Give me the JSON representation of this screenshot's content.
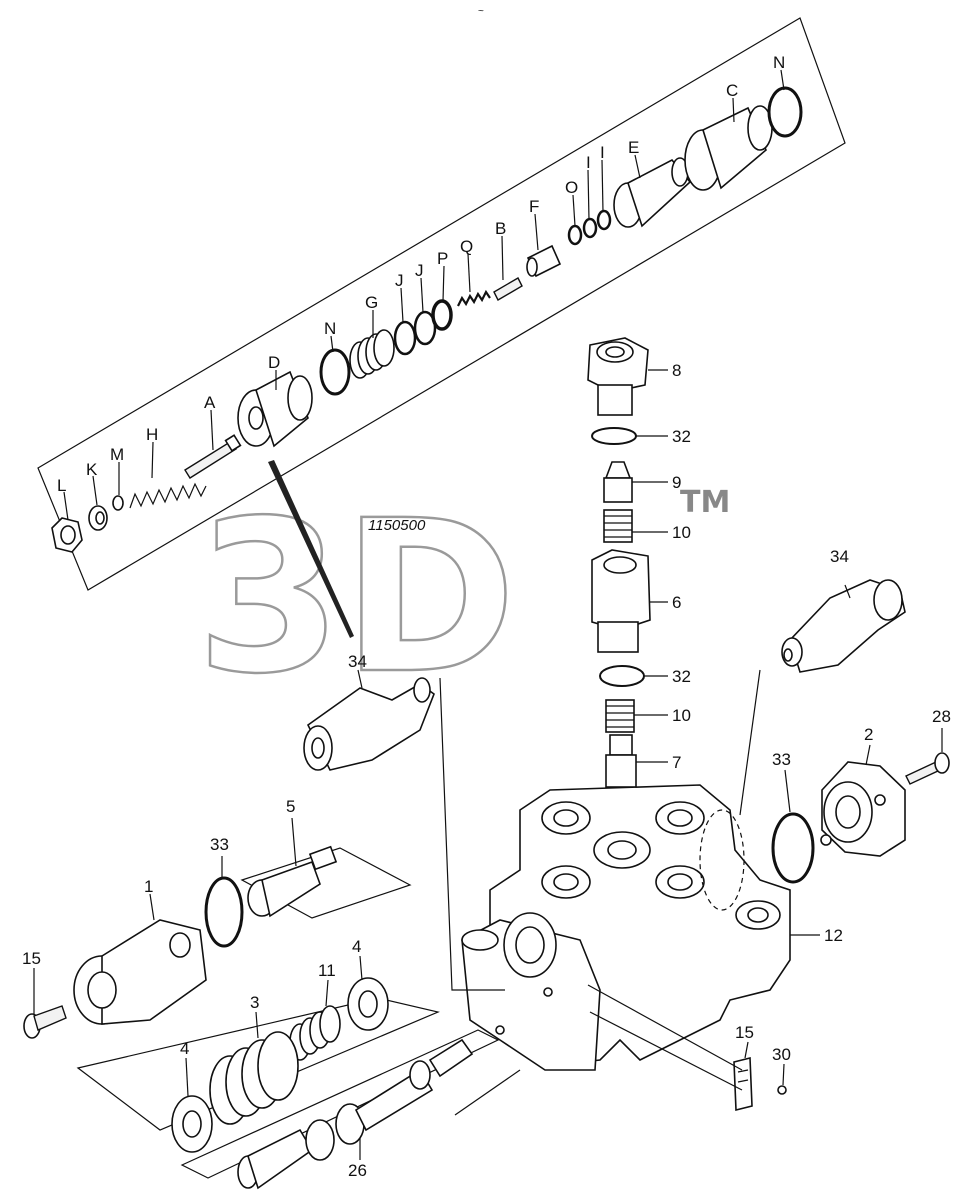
{
  "drawing": {
    "part_number": "1150500",
    "corner_mark": "~",
    "watermark": {
      "text": "3D",
      "tm": "TM"
    }
  },
  "callouts": {
    "L": "L",
    "K": "K",
    "M": "M",
    "H": "H",
    "A": "A",
    "D": "D",
    "N1": "N",
    "G": "G",
    "J1": "J",
    "J2": "J",
    "P": "P",
    "Q": "Q",
    "B": "B",
    "F": "F",
    "O": "O",
    "I1": "I",
    "I2": "I",
    "E": "E",
    "C": "C",
    "N2": "N",
    "n8": "8",
    "n32a": "32",
    "n9": "9",
    "n10a": "10",
    "n6": "6",
    "n32b": "32",
    "n10b": "10",
    "n7": "7",
    "n34a": "34",
    "n34b": "34",
    "n28": "28",
    "n2": "2",
    "n33a": "33",
    "n12": "12",
    "n15a": "15",
    "n30": "30",
    "n5": "5",
    "n33b": "33",
    "n1": "1",
    "n15b": "15",
    "n4a": "4",
    "n11": "11",
    "n3": "3",
    "n4b": "4",
    "n26": "26"
  }
}
